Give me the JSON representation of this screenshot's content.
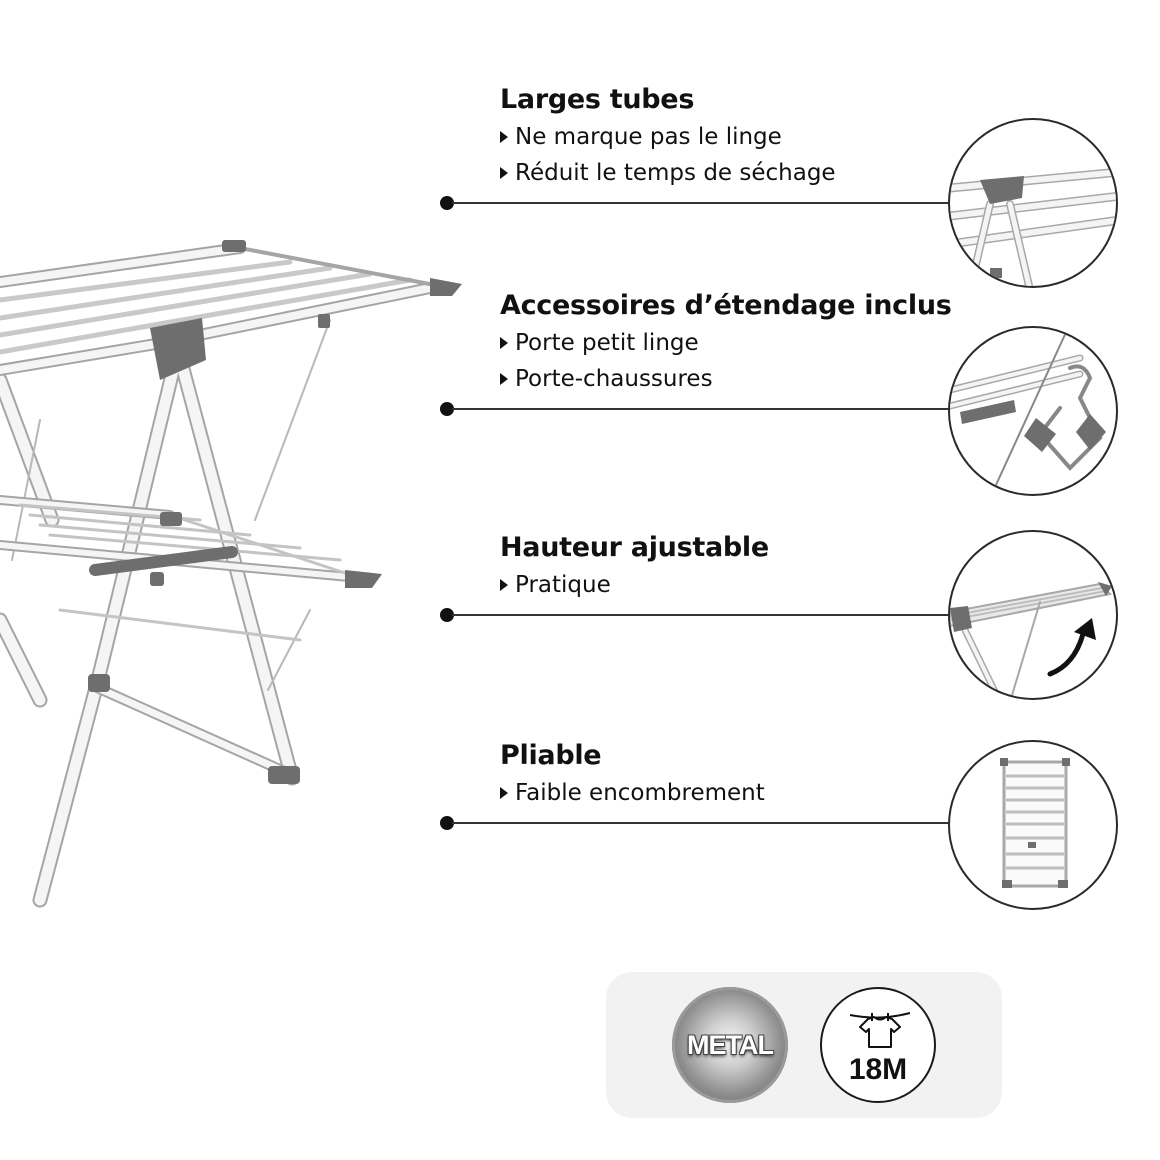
{
  "features": [
    {
      "title": "Larges tubes",
      "bullets": [
        "Ne marque pas le linge",
        "Réduit le temps de séchage"
      ],
      "thumbnail_icon": "wide-tubes-closeup-icon"
    },
    {
      "title": "Accessoires d’étendage inclus",
      "bullets": [
        "Porte petit linge",
        "Porte-chaussures"
      ],
      "thumbnail_icon": "hanging-accessories-closeup-icon"
    },
    {
      "title": "Hauteur ajustable",
      "bullets": [
        "Pratique"
      ],
      "thumbnail_icon": "adjustable-wing-arrow-icon"
    },
    {
      "title": "Pliable",
      "bullets": [
        "Faible encombrement"
      ],
      "thumbnail_icon": "folded-rack-icon"
    }
  ],
  "badges": {
    "material": "METAL",
    "drying_length": "18M"
  },
  "colors": {
    "frame": "#f2f2f2",
    "frame_outline": "#9a9a9a",
    "joints": "#6e6e6e",
    "text": "#111111",
    "badge_panel": "#f2f2f2"
  },
  "icons": {
    "product": "clothes-drying-rack-image",
    "material_badge": "metal-badge-icon",
    "length_badge": "tshirt-clothesline-icon",
    "bullet": "triangle-bullet-icon",
    "connector": "dot-line-connector-icon"
  }
}
